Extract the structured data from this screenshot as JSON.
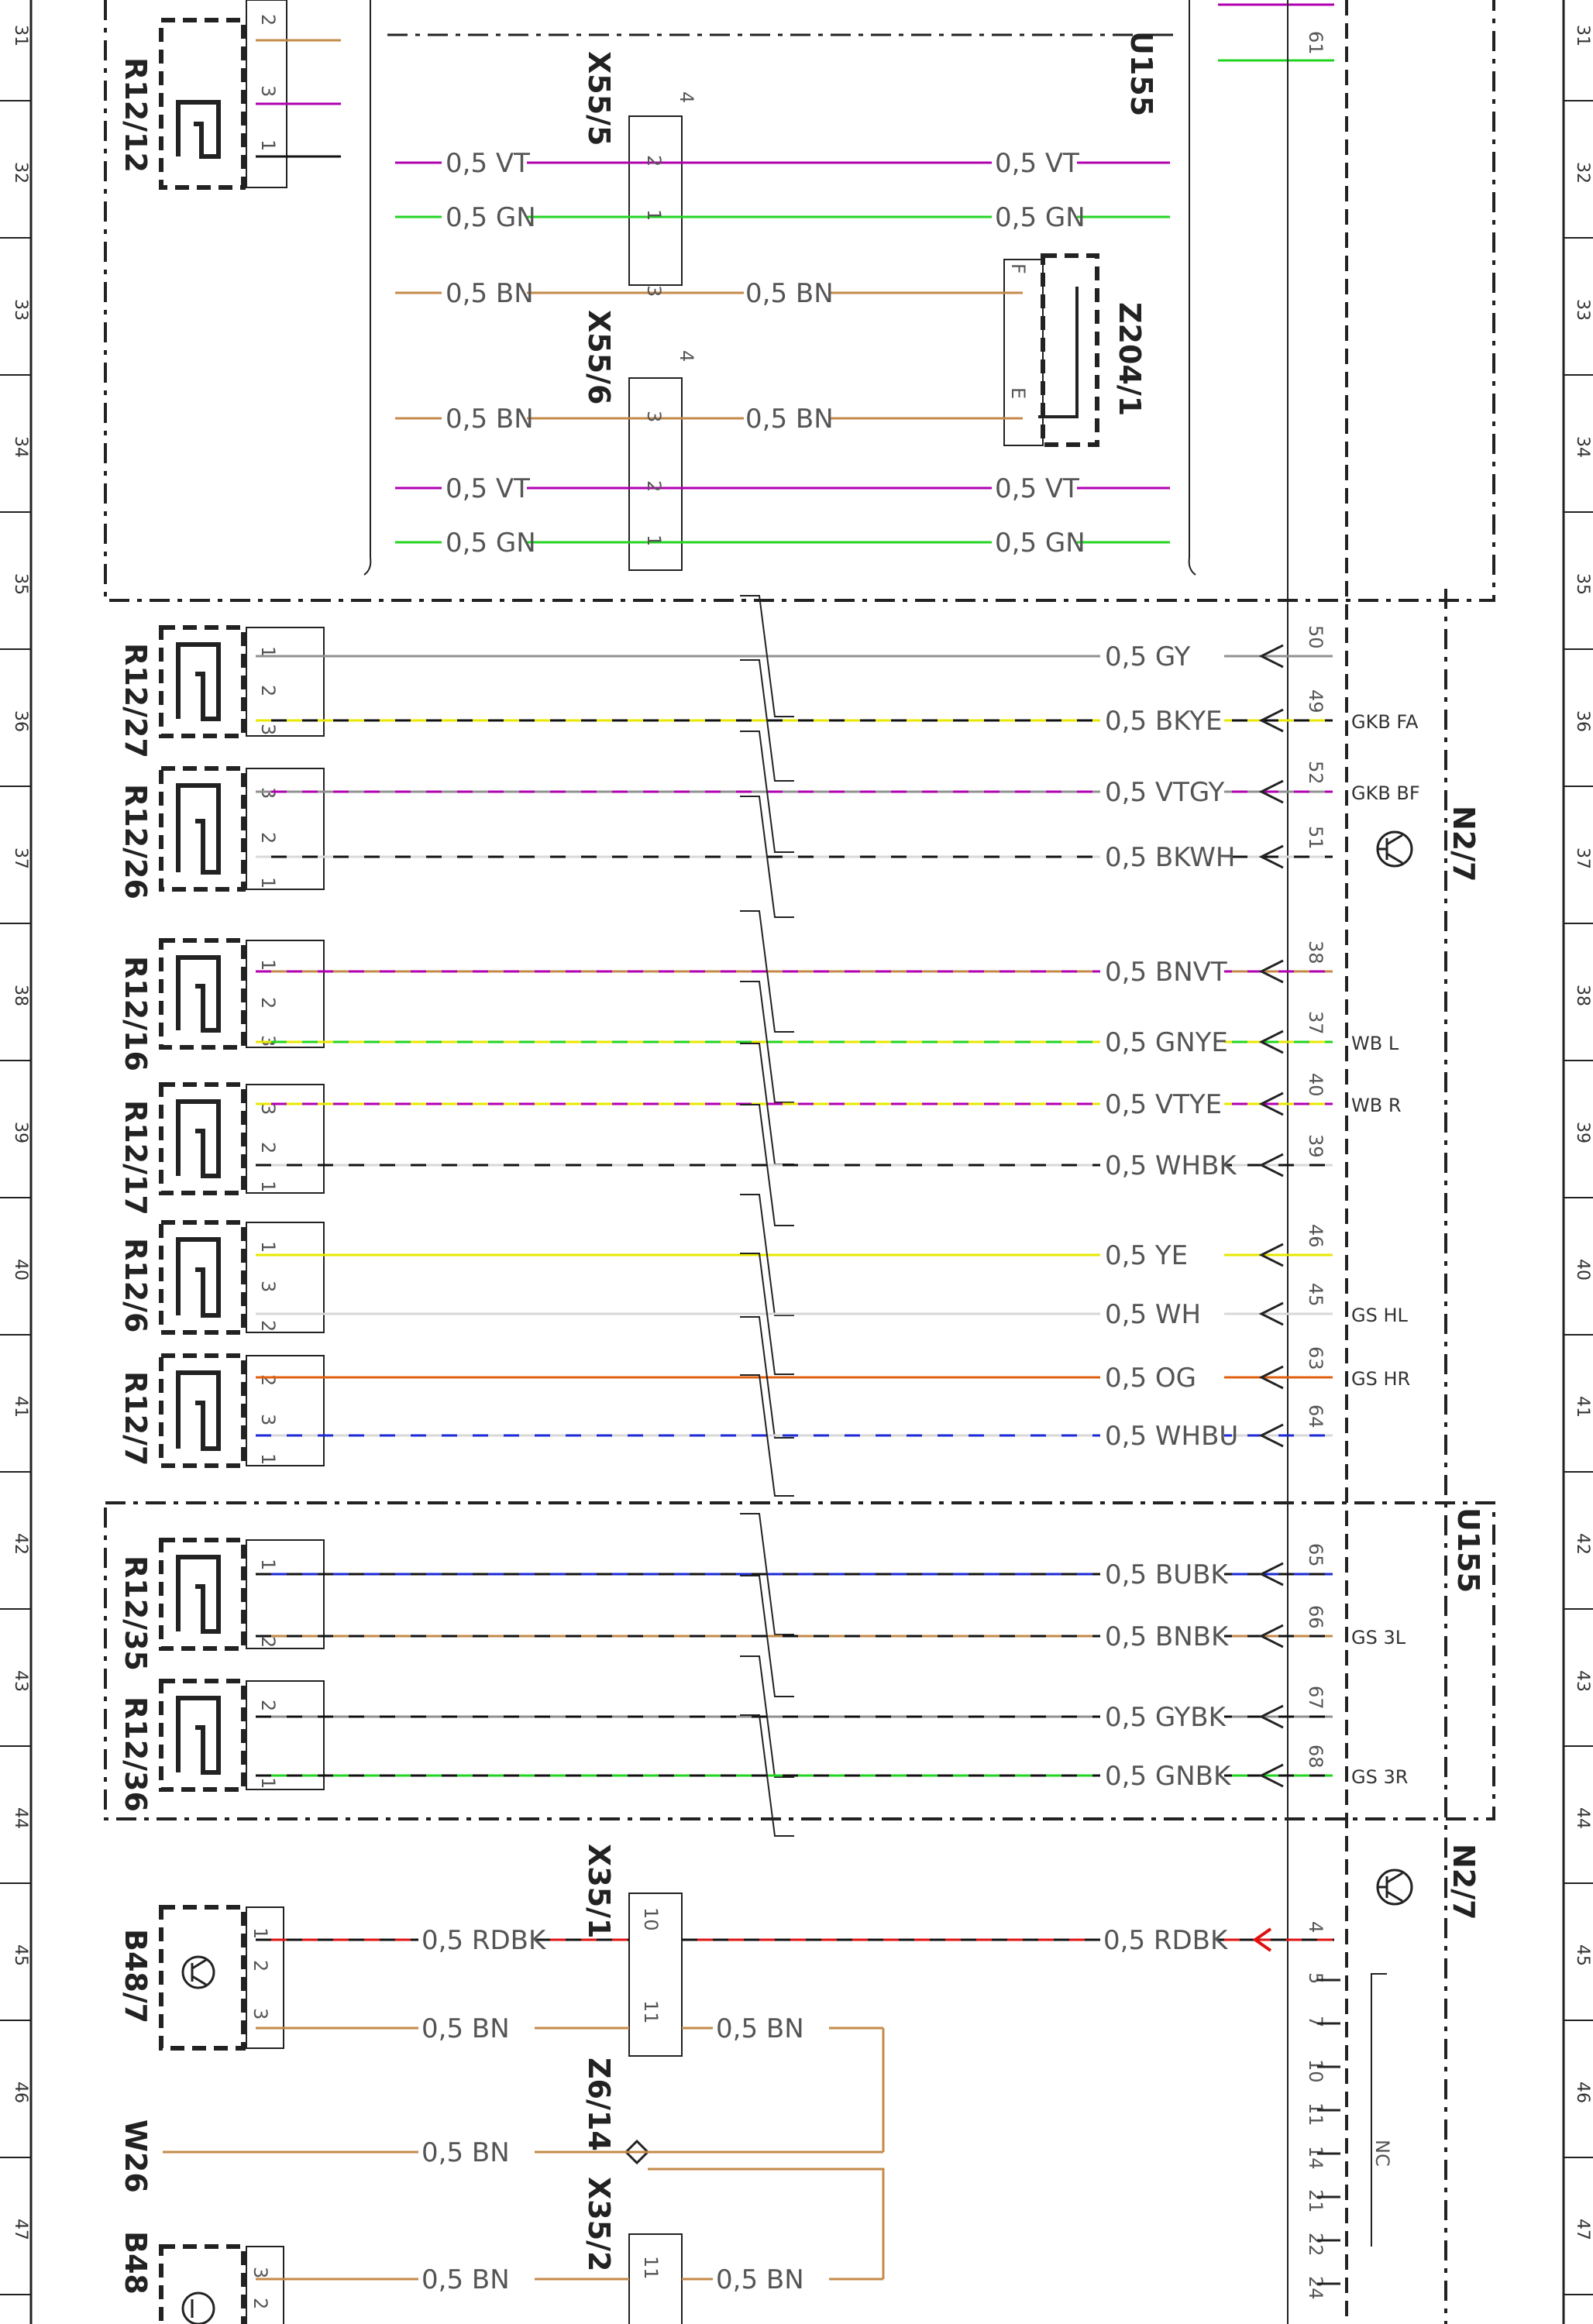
{
  "row_numbers": [
    "31",
    "32",
    "33",
    "34",
    "35",
    "36",
    "37",
    "38",
    "39",
    "40",
    "41",
    "42",
    "43",
    "44",
    "45",
    "46",
    "47"
  ],
  "colors": {
    "VT": "#b000b0",
    "GN": "#22d422",
    "BN": "#c48a4a",
    "GY": "#909090",
    "BK": "#111111",
    "YE": "#e8e800",
    "WH": "#d8d8d8",
    "OG": "#e06010",
    "BU": "#1b2ad6",
    "RD": "#e01010"
  },
  "components": {
    "R12_12": "R12/12",
    "X55_5": "X55/5",
    "X55_6": "X55/6",
    "U155": "U155",
    "Z204_1": "Z204/1",
    "R12_27": "R12/27",
    "R12_26": "R12/26",
    "R12_16": "R12/16",
    "R12_17": "R12/17",
    "R12_6": "R12/6",
    "R12_7": "R12/7",
    "N2_7": "N2/7",
    "U155_b": "U155",
    "R12_35": "R12/35",
    "R12_36": "R12/36",
    "X35_1": "X35/1",
    "B48_7": "B48/7",
    "Z6_14": "Z6/14",
    "W26": "W26",
    "X35_2": "X35/2",
    "B48_8": "B48",
    "N2_7_b": "N2/7"
  },
  "top_section": {
    "r1212_pins": [
      "2",
      "3",
      "1"
    ],
    "connector_count": "4",
    "z204_pins": [
      "F",
      "E"
    ],
    "n27_pin": "61",
    "wires": [
      {
        "code": "VT",
        "label": "0,5 VT",
        "pin": "2"
      },
      {
        "code": "GN",
        "label": "0,5 GN",
        "pin": "1"
      },
      {
        "code": "BN",
        "label": "0,5 BN",
        "pin": "3"
      },
      {
        "code": "BN",
        "label": "0,5 BN",
        "pin": "3"
      },
      {
        "code": "VT",
        "label": "0,5 VT",
        "pin": "2"
      },
      {
        "code": "GN",
        "label": "0,5 GN",
        "pin": "1"
      }
    ]
  },
  "sensor_wires": [
    {
      "code": "GY",
      "label": "0,5 GY",
      "pin": "50",
      "signal": ""
    },
    {
      "code": "BKYE",
      "label": "0,5 BKYE",
      "pin": "49",
      "signal": "GKB FA"
    },
    {
      "code": "VTGY",
      "label": "0,5 VTGY",
      "pin": "52",
      "signal": "GKB BF"
    },
    {
      "code": "BKWH",
      "label": "0,5 BKWH",
      "pin": "51",
      "signal": ""
    },
    {
      "code": "BNVT",
      "label": "0,5 BNVT",
      "pin": "38",
      "signal": ""
    },
    {
      "code": "GNYE",
      "label": "0,5 GNYE",
      "pin": "37",
      "signal": "WB L"
    },
    {
      "code": "VTYE",
      "label": "0,5 VTYE",
      "pin": "40",
      "signal": "WB R"
    },
    {
      "code": "WHBK",
      "label": "0,5 WHBK",
      "pin": "39",
      "signal": ""
    },
    {
      "code": "YE",
      "label": "0,5 YE",
      "pin": "46",
      "signal": ""
    },
    {
      "code": "WH",
      "label": "0,5 WH",
      "pin": "45",
      "signal": "GS HL"
    },
    {
      "code": "OG",
      "label": "0,5 OG",
      "pin": "63",
      "signal": "GS HR"
    },
    {
      "code": "WHBU",
      "label": "0,5 WHBU",
      "pin": "64",
      "signal": ""
    },
    {
      "code": "BUBK",
      "label": "0,5 BUBK",
      "pin": "65",
      "signal": ""
    },
    {
      "code": "BNBK",
      "label": "0,5 BNBK",
      "pin": "66",
      "signal": "GS 3L"
    },
    {
      "code": "GYBK",
      "label": "0,5 GYBK",
      "pin": "67",
      "signal": ""
    },
    {
      "code": "GNBK",
      "label": "0,5 GNBK",
      "pin": "68",
      "signal": "GS 3R"
    }
  ],
  "sensor_pins": [
    [
      "1",
      "2",
      "3"
    ],
    [
      "3",
      "2",
      "1"
    ],
    [
      "1",
      "2",
      "3"
    ],
    [
      "3",
      "2",
      "1"
    ],
    [
      "1",
      "3",
      "2"
    ],
    [
      "2",
      "3",
      "1"
    ],
    [
      "1",
      "2"
    ],
    [
      "2",
      "1"
    ]
  ],
  "bottom": {
    "b487_pins": [
      "1",
      "2",
      "3"
    ],
    "b48_pins": [
      "3",
      "2"
    ],
    "x351_pins": [
      "10",
      "11"
    ],
    "x352_pin": "11",
    "n27_pin4": "4",
    "nc_pins": [
      "5",
      "7",
      "10",
      "11",
      "14",
      "21",
      "22",
      "24"
    ],
    "nc_label": "NC",
    "wires": [
      {
        "code": "RDBK",
        "label": "0,5 RDBK"
      },
      {
        "code": "BN",
        "label": "0,5 BN"
      },
      {
        "code": "BN",
        "label": "0,5 BN"
      },
      {
        "code": "RDBK",
        "label": "0,5 RDBK"
      },
      {
        "code": "BN",
        "label": "0,5 BN"
      },
      {
        "code": "BN",
        "label": "0,5 BN"
      },
      {
        "code": "BN",
        "label": "0,5 BN"
      }
    ]
  }
}
